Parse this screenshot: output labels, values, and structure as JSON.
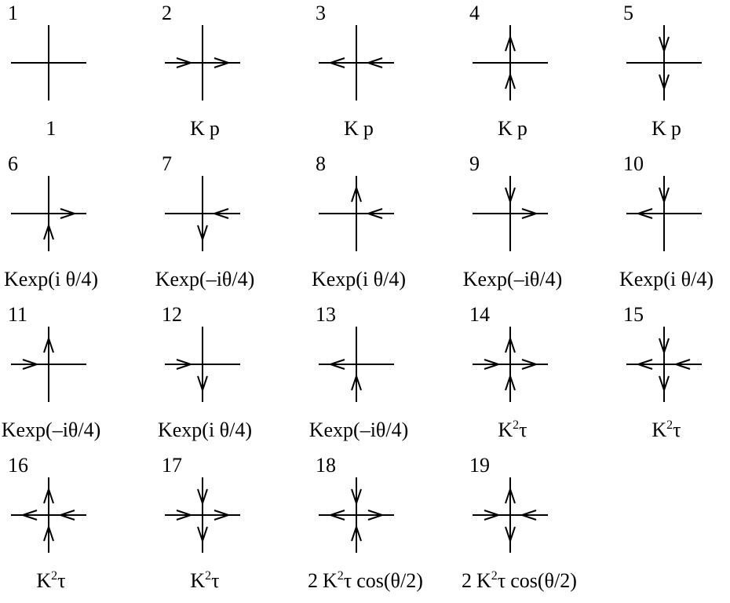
{
  "vertices": [
    {
      "num": "1",
      "arrows": {},
      "weight": {
        "kind": "one"
      }
    },
    {
      "num": "2",
      "arrows": {
        "h": "right"
      },
      "weight": {
        "kind": "kp"
      }
    },
    {
      "num": "3",
      "arrows": {
        "h": "left"
      },
      "weight": {
        "kind": "kp"
      }
    },
    {
      "num": "4",
      "arrows": {
        "v": "up"
      },
      "weight": {
        "kind": "kp"
      }
    },
    {
      "num": "5",
      "arrows": {
        "v": "down"
      },
      "weight": {
        "kind": "kp"
      }
    },
    {
      "num": "6",
      "arrows": {
        "right": "right",
        "bottom": "up"
      },
      "weight": {
        "kind": "kexp_pos"
      }
    },
    {
      "num": "7",
      "arrows": {
        "right": "left",
        "bottom": "down"
      },
      "weight": {
        "kind": "kexp_neg"
      }
    },
    {
      "num": "8",
      "arrows": {
        "right": "left",
        "top": "up"
      },
      "weight": {
        "kind": "kexp_pos"
      }
    },
    {
      "num": "9",
      "arrows": {
        "right": "right",
        "top": "down"
      },
      "weight": {
        "kind": "kexp_neg"
      }
    },
    {
      "num": "10",
      "arrows": {
        "left": "left",
        "top": "down"
      },
      "weight": {
        "kind": "kexp_pos"
      }
    },
    {
      "num": "11",
      "arrows": {
        "left": "right",
        "top": "up"
      },
      "weight": {
        "kind": "kexp_neg"
      }
    },
    {
      "num": "12",
      "arrows": {
        "left": "right",
        "bottom": "down"
      },
      "weight": {
        "kind": "kexp_pos"
      }
    },
    {
      "num": "13",
      "arrows": {
        "left": "left",
        "bottom": "up"
      },
      "weight": {
        "kind": "kexp_neg"
      }
    },
    {
      "num": "14",
      "arrows": {
        "left": "right",
        "right": "right",
        "top": "up",
        "bottom": "up"
      },
      "weight": {
        "kind": "k2tau"
      }
    },
    {
      "num": "15",
      "arrows": {
        "left": "left",
        "right": "left",
        "top": "down",
        "bottom": "down"
      },
      "weight": {
        "kind": "k2tau"
      }
    },
    {
      "num": "16",
      "arrows": {
        "left": "left",
        "right": "left",
        "top": "up",
        "bottom": "up"
      },
      "weight": {
        "kind": "k2tau"
      }
    },
    {
      "num": "17",
      "arrows": {
        "left": "right",
        "right": "right",
        "top": "down",
        "bottom": "down"
      },
      "weight": {
        "kind": "k2tau"
      }
    },
    {
      "num": "18",
      "arrows": {
        "left": "left",
        "right": "right",
        "top": "down",
        "bottom": "up"
      },
      "weight": {
        "kind": "k2tau_cos"
      }
    },
    {
      "num": "19",
      "arrows": {
        "left": "right",
        "right": "left",
        "top": "up",
        "bottom": "down"
      },
      "weight": {
        "kind": "k2tau_cos"
      }
    }
  ],
  "text": {
    "one": "1",
    "K": "K",
    "p": "p",
    "exp_pos": "exp(i θ/4)",
    "exp_neg": "exp(–iθ/4)",
    "sq": "2",
    "tau": "τ",
    "two": "2",
    "cos": "cos(θ/2)"
  },
  "colors": {
    "stroke": "#000000",
    "background": "#ffffff"
  }
}
